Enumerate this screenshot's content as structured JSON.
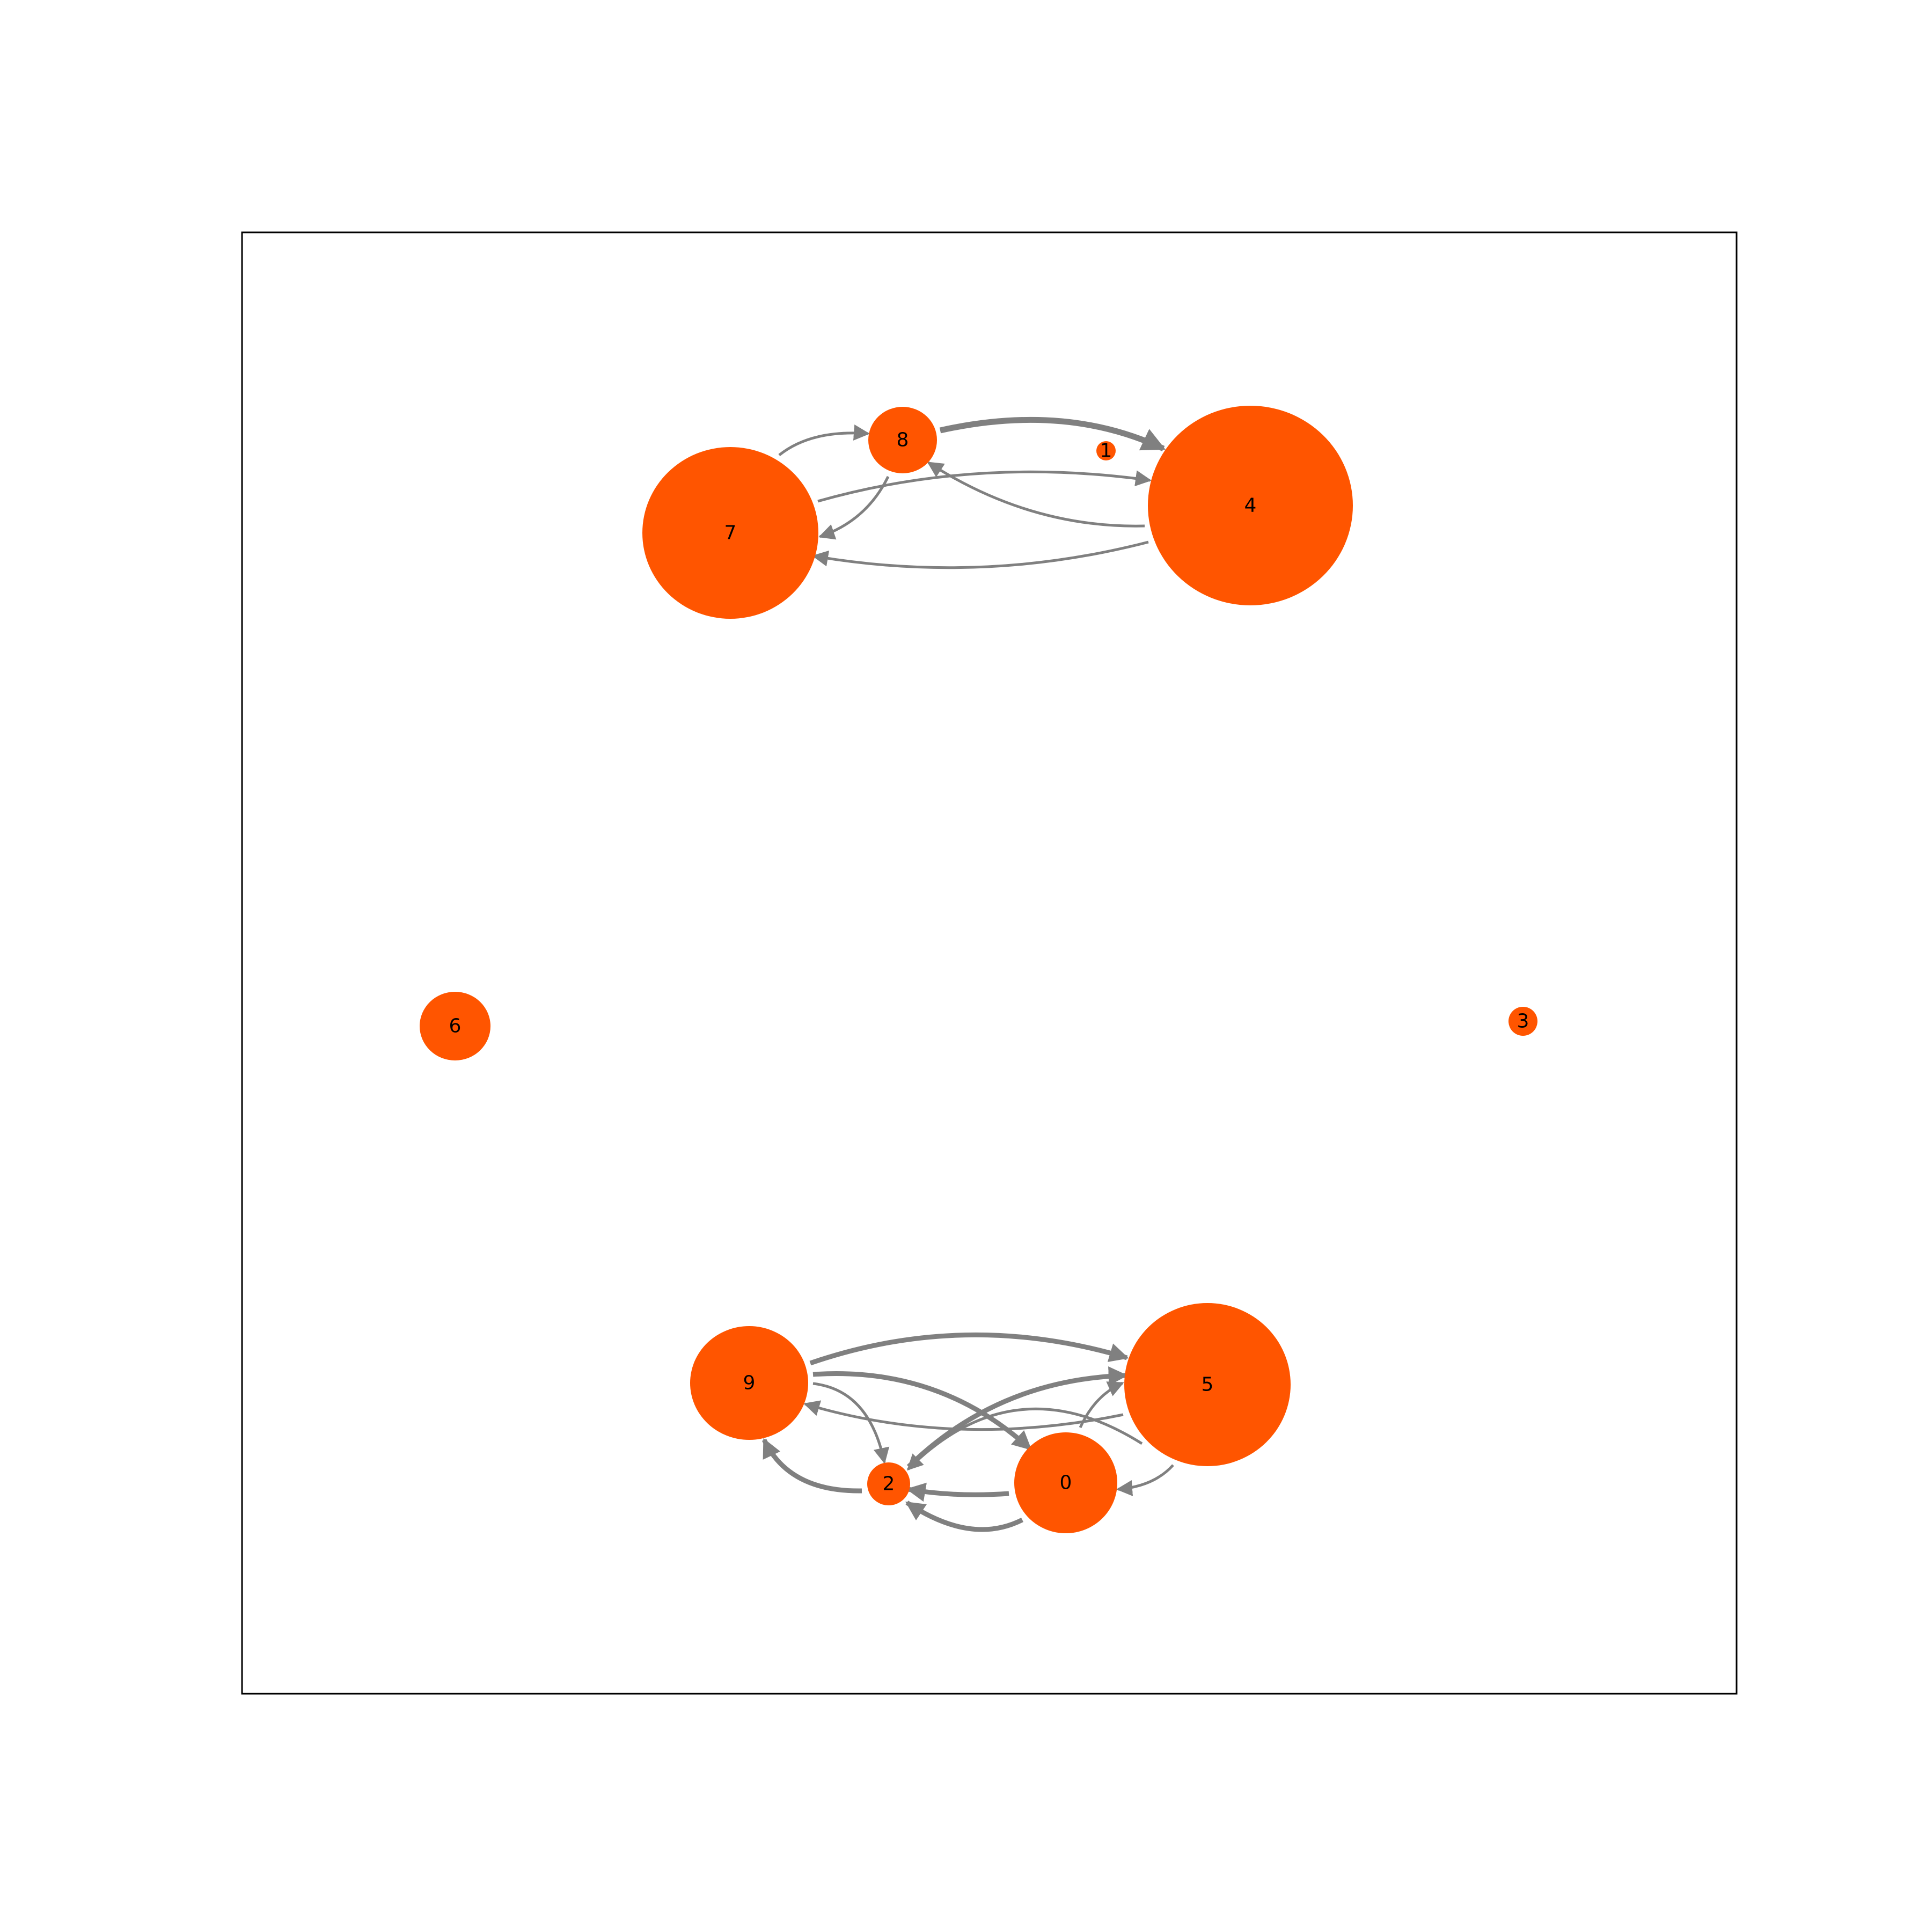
{
  "diagram": {
    "type": "directed-graph",
    "node_color": "#ff5500",
    "edge_color": "#808080",
    "frame_color": "#000000",
    "nodes": [
      {
        "id": "0",
        "label": "0"
      },
      {
        "id": "1",
        "label": "1"
      },
      {
        "id": "2",
        "label": "2"
      },
      {
        "id": "3",
        "label": "3"
      },
      {
        "id": "4",
        "label": "4"
      },
      {
        "id": "5",
        "label": "5"
      },
      {
        "id": "6",
        "label": "6"
      },
      {
        "id": "7",
        "label": "7"
      },
      {
        "id": "8",
        "label": "8"
      },
      {
        "id": "9",
        "label": "9"
      }
    ],
    "edges": [
      {
        "from": "8",
        "to": "4",
        "weight": "heavy"
      },
      {
        "from": "7",
        "to": "8",
        "weight": "light"
      },
      {
        "from": "8",
        "to": "7",
        "weight": "light"
      },
      {
        "from": "7",
        "to": "4",
        "weight": "light"
      },
      {
        "from": "4",
        "to": "7",
        "weight": "light"
      },
      {
        "from": "4",
        "to": "8",
        "weight": "light"
      },
      {
        "from": "9",
        "to": "5",
        "weight": "medium"
      },
      {
        "from": "5",
        "to": "9",
        "weight": "light"
      },
      {
        "from": "9",
        "to": "0",
        "weight": "medium"
      },
      {
        "from": "9",
        "to": "2",
        "weight": "light"
      },
      {
        "from": "2",
        "to": "9",
        "weight": "medium"
      },
      {
        "from": "2",
        "to": "5",
        "weight": "medium"
      },
      {
        "from": "2",
        "to": "0",
        "weight": "medium"
      },
      {
        "from": "0",
        "to": "2",
        "weight": "medium"
      },
      {
        "from": "0",
        "to": "5",
        "weight": "light"
      },
      {
        "from": "5",
        "to": "0",
        "weight": "light"
      },
      {
        "from": "5",
        "to": "2",
        "weight": "light"
      }
    ]
  }
}
